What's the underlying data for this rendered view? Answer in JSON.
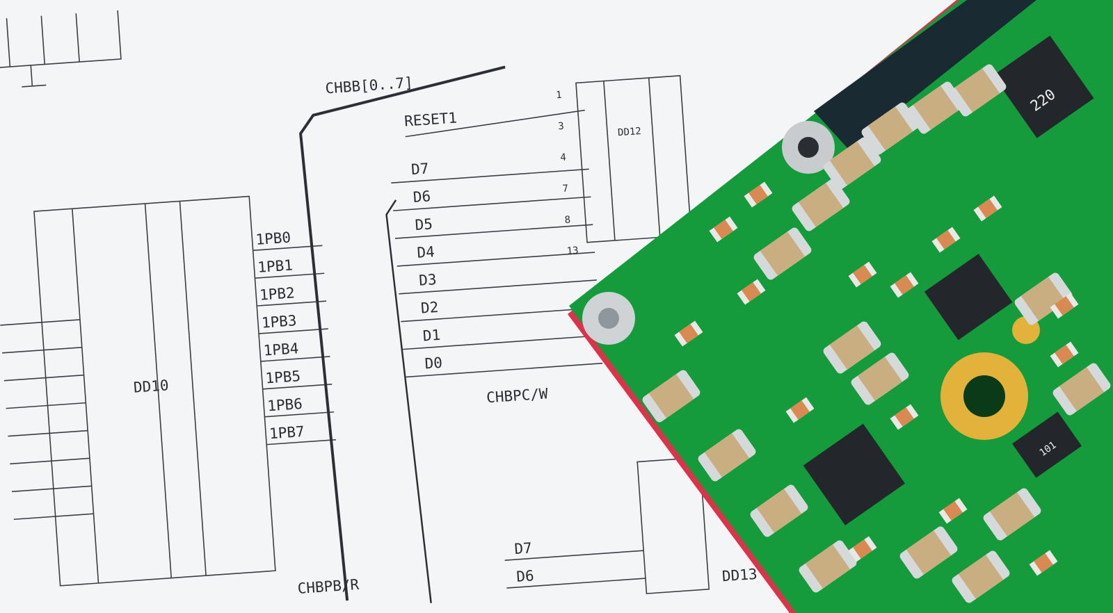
{
  "scene": {
    "description_labels": {
      "bus": "CHBB[0..7]",
      "reset": "RESET1",
      "chip_left": "DD10",
      "chip_right": "DD12",
      "port_c": "CHBPC/W",
      "port_b": "CHBPB/R",
      "chip_bottom": "DD13",
      "pins_left": [
        "1PB0",
        "1PB1",
        "1PB2",
        "1PB3",
        "1PB4",
        "1PB5",
        "1PB6",
        "1PB7"
      ],
      "data_lines": [
        "D7",
        "D6",
        "D5",
        "D4",
        "D3",
        "D2",
        "D1",
        "D0"
      ],
      "bottom_lines": [
        "D7",
        "D6"
      ],
      "pin_numbers": [
        "1",
        "3",
        "4",
        "7",
        "8",
        "13"
      ],
      "chip_marking_1": "220",
      "chip_marking_2": "101"
    },
    "colors": {
      "paper": "#f4f5f6",
      "pcb": "#159a3c",
      "pcb_edge": "#d8344a",
      "gold": "#e2b23a",
      "capacitor": "#c9ae82",
      "ic": "#23272b"
    }
  }
}
